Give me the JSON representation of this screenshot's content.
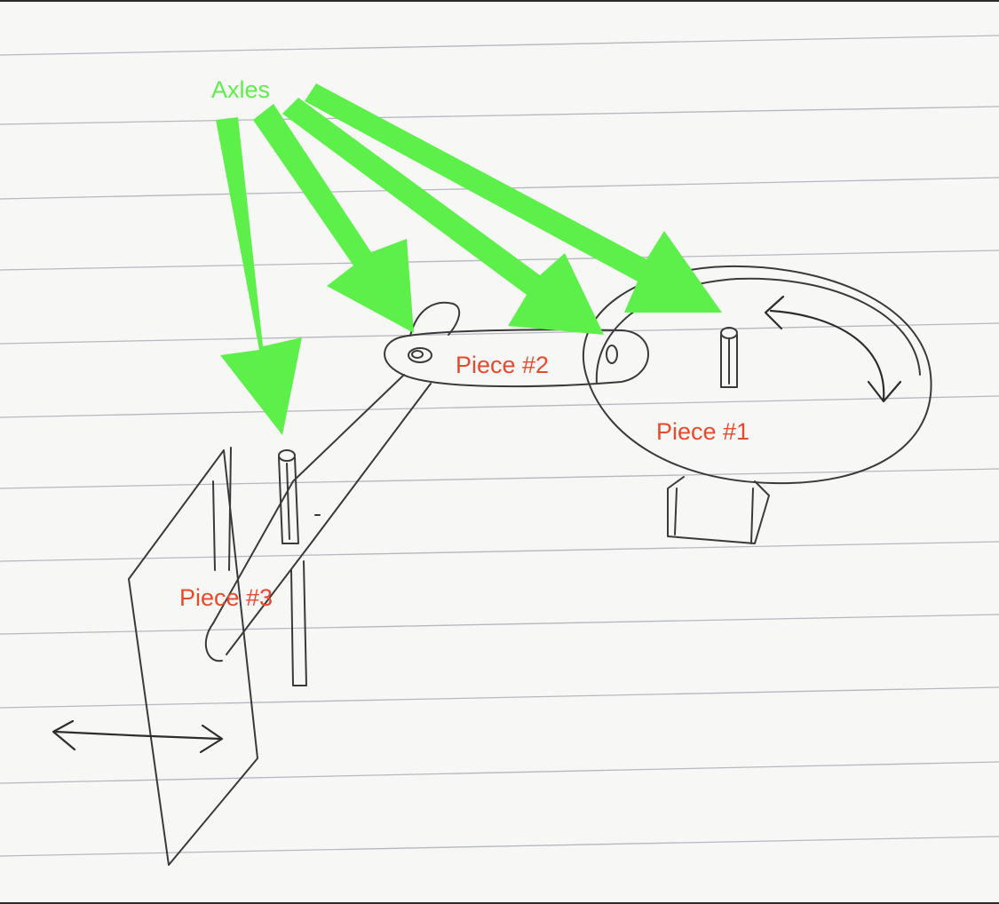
{
  "labels": {
    "axles": "Axles",
    "piece1": "Piece #1",
    "piece2": "Piece #2",
    "piece3": "Piece #3"
  },
  "colors": {
    "paper": "#f7f7f5",
    "ruled_line": "#9aa0aa",
    "pencil": "#3a3a3a",
    "annotation_arrow": "#5ef04a",
    "piece_label": "#e64a2e"
  },
  "icons": {
    "rotation": "curved-double-arrow-icon",
    "slide": "horizontal-double-arrow-icon"
  }
}
